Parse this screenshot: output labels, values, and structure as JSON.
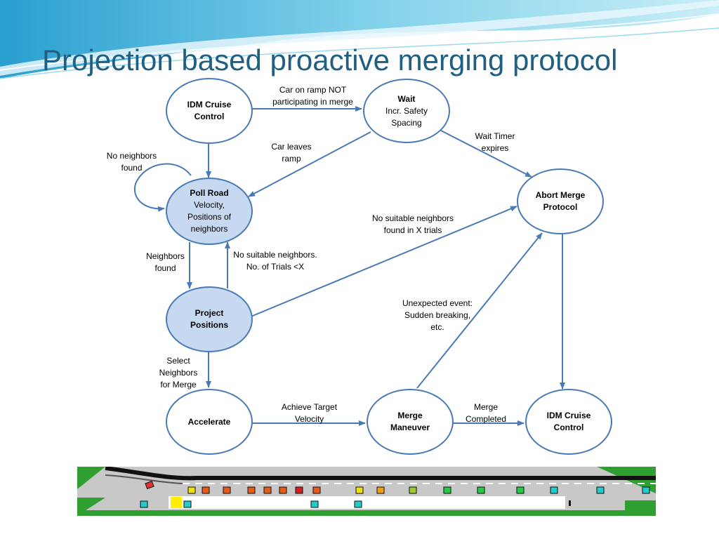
{
  "slide": {
    "title": "Projection based proactive merging protocol"
  },
  "nodes": {
    "idm_cruise_top": {
      "line1": "IDM Cruise",
      "line2": "Control"
    },
    "wait": {
      "line1": "Wait",
      "line2": "Incr. Safety",
      "line3": "Spacing"
    },
    "poll_road": {
      "line1": "Poll Road",
      "line2": "Velocity,",
      "line3": "Positions of",
      "line4": "neighbors"
    },
    "abort_merge": {
      "line1": "Abort Merge",
      "line2": "Protocol"
    },
    "project_positions": {
      "line1": "Project",
      "line2": "Positions"
    },
    "accelerate": {
      "line1": "Accelerate"
    },
    "merge_maneuver": {
      "line1": "Merge",
      "line2": "Maneuver"
    },
    "idm_cruise_bottom": {
      "line1": "IDM Cruise",
      "line2": "Control"
    }
  },
  "edges": {
    "car_on_ramp": {
      "line1": "Car on ramp NOT",
      "line2": "participating in merge"
    },
    "car_leaves": {
      "line1": "Car leaves",
      "line2": "ramp"
    },
    "wait_timer": {
      "line1": "Wait Timer",
      "line2": "expires"
    },
    "no_neighbors": {
      "line1": "No neighbors",
      "line2": "found"
    },
    "neighbors_found": {
      "line1": "Neighbors",
      "line2": "found"
    },
    "no_suitable_lt": {
      "line1": "No suitable neighbors.",
      "line2": "No. of Trials <X"
    },
    "no_suitable_x": {
      "line1": "No suitable neighbors",
      "line2": "found in X trials"
    },
    "unexpected": {
      "line1": "Unexpected event:",
      "line2": "Sudden breaking,",
      "line3": "etc."
    },
    "select_neighbors": {
      "line1": "Select",
      "line2": "Neighbors",
      "line3": "for Merge"
    },
    "achieve_target": {
      "line1": "Achieve Target",
      "line2": "Velocity"
    },
    "merge_completed": {
      "line1": "Merge",
      "line2": "Completed"
    }
  },
  "colors": {
    "title": "#1f5f82",
    "node_border": "#4a7ab5",
    "node_fill_highlight": "#c6d9f1",
    "arrow": "#4a7ab5"
  }
}
